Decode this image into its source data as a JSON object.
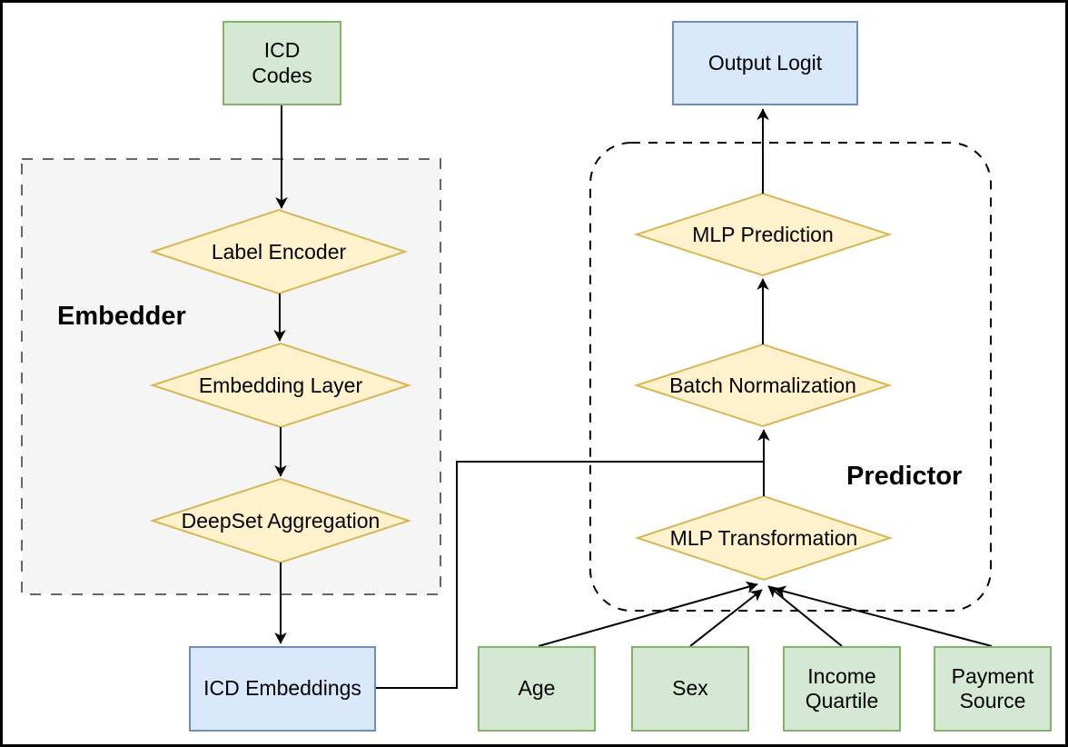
{
  "diagram": {
    "type": "flowchart",
    "groups": {
      "embedder": {
        "label": "Embedder"
      },
      "predictor": {
        "label": "Predictor"
      }
    },
    "nodes": {
      "icd_codes": {
        "label": "ICD Codes",
        "shape": "rectangle",
        "fill": "#d5e8d4",
        "border": "#82b366"
      },
      "label_encoder": {
        "label": "Label Encoder",
        "shape": "diamond",
        "fill": "#fff2cc",
        "border": "#d6b656"
      },
      "embedding_layer": {
        "label": "Embedding Layer",
        "shape": "diamond",
        "fill": "#fff2cc",
        "border": "#d6b656"
      },
      "deepset_aggregation": {
        "label": "DeepSet Aggregation",
        "shape": "diamond",
        "fill": "#fff2cc",
        "border": "#d6b656"
      },
      "icd_embeddings": {
        "label": "ICD Embeddings",
        "shape": "rectangle",
        "fill": "#dae8fc",
        "border": "#6c8ebf"
      },
      "output_logit": {
        "label": "Output Logit",
        "shape": "rectangle",
        "fill": "#dae8fc",
        "border": "#6c8ebf"
      },
      "mlp_prediction": {
        "label": "MLP Prediction",
        "shape": "diamond",
        "fill": "#fff2cc",
        "border": "#d6b656"
      },
      "batch_normalization": {
        "label": "Batch Normalization",
        "shape": "diamond",
        "fill": "#fff2cc",
        "border": "#d6b656"
      },
      "mlp_transformation": {
        "label": "MLP Transformation",
        "shape": "diamond",
        "fill": "#fff2cc",
        "border": "#d6b656"
      },
      "age": {
        "label": "Age",
        "shape": "rectangle",
        "fill": "#d5e8d4",
        "border": "#82b366"
      },
      "sex": {
        "label": "Sex",
        "shape": "rectangle",
        "fill": "#d5e8d4",
        "border": "#82b366"
      },
      "income_quartile": {
        "label": "Income Quartile",
        "shape": "rectangle",
        "fill": "#d5e8d4",
        "border": "#82b366"
      },
      "payment_source": {
        "label": "Payment Source",
        "shape": "rectangle",
        "fill": "#d5e8d4",
        "border": "#82b366"
      }
    },
    "edges": [
      {
        "from": "icd_codes",
        "to": "label_encoder"
      },
      {
        "from": "label_encoder",
        "to": "embedding_layer"
      },
      {
        "from": "embedding_layer",
        "to": "deepset_aggregation"
      },
      {
        "from": "deepset_aggregation",
        "to": "icd_embeddings"
      },
      {
        "from": "icd_embeddings",
        "to": "batch_normalization"
      },
      {
        "from": "mlp_transformation",
        "to": "batch_normalization"
      },
      {
        "from": "batch_normalization",
        "to": "mlp_prediction"
      },
      {
        "from": "mlp_prediction",
        "to": "output_logit"
      },
      {
        "from": "age",
        "to": "mlp_transformation"
      },
      {
        "from": "sex",
        "to": "mlp_transformation"
      },
      {
        "from": "income_quartile",
        "to": "mlp_transformation"
      },
      {
        "from": "payment_source",
        "to": "mlp_transformation"
      }
    ],
    "colors": {
      "green_fill": "#d5e8d4",
      "green_border": "#82b366",
      "blue_fill": "#dae8fc",
      "blue_border": "#6c8ebf",
      "yellow_fill": "#fff2cc",
      "yellow_border": "#d6b656",
      "embedder_fill": "#f5f5f5",
      "embedder_border": "#666666",
      "predictor_border": "#000000",
      "edge_color": "#000000"
    }
  }
}
